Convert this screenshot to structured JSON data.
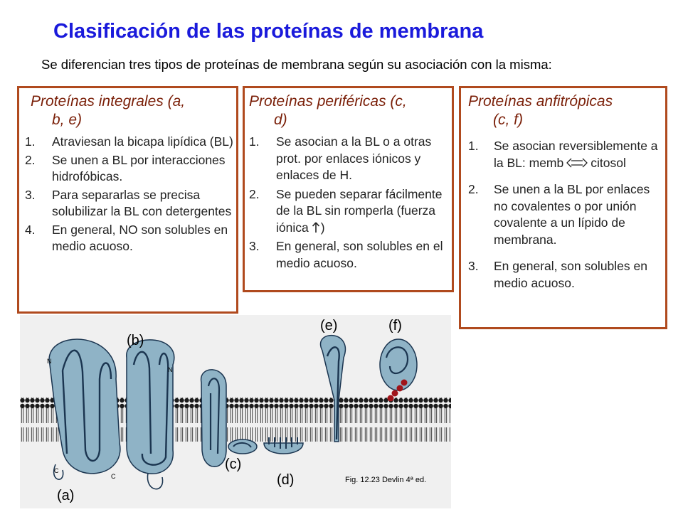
{
  "title": "Clasificación de las proteínas de membrana",
  "subtitle": "Se diferencian tres tipos de proteínas de membrana según su asociación con la misma:",
  "integrales": {
    "heading_line1": "Proteínas integrales (a,",
    "heading_line2": "b, e)",
    "items": [
      {
        "num": "1.",
        "text": "Atraviesan la bicapa lipídica (BL)"
      },
      {
        "num": "2.",
        "text": "Se unen a BL por interacciones hidrofóbicas."
      },
      {
        "num": "3.",
        "text": "Para separarlas se precisa solubilizar la BL con detergentes"
      },
      {
        "num": "4.",
        "text": "En general, NO son solubles en medio acuoso."
      }
    ]
  },
  "perifericas": {
    "heading_line1": "Proteínas periféricas (c,",
    "heading_line2": "d)",
    "items": [
      {
        "num": "1.",
        "text": "Se asocian a la BL o a otras prot. por enlaces iónicos y enlaces de H."
      },
      {
        "num": "2.",
        "text": "Se pueden separar fácilmente de la BL sin romperla (fuerza iónica",
        "suffix": ")"
      },
      {
        "num": "3.",
        "text": "En general, son solubles en el medio acuoso."
      }
    ]
  },
  "anfitropicas": {
    "heading_line1": "Proteínas anfitrópicas",
    "heading_line2": "(c, f)",
    "items": [
      {
        "num": "1.",
        "text_a": "Se asocian reversiblemente a la BL: memb",
        "text_b": "citosol"
      },
      {
        "num": "2.",
        "text": "Se unen a la BL por enlaces no covalentes o por unión covalente a un lípido de membrana."
      },
      {
        "num": "3.",
        "text": "En general, son solubles en medio acuoso."
      }
    ]
  },
  "figure": {
    "labels": {
      "a": "(a)",
      "b": "(b)",
      "c": "(c)",
      "d": "(d)",
      "e": "(e)",
      "f": "(f)"
    },
    "terminal_labels": {
      "n1": "N",
      "n2": "N",
      "c1": "C",
      "c2": "C"
    },
    "caption": "Fig. 12.23 Devlin 4ª ed.",
    "colors": {
      "protein_fill": "#8fb3c6",
      "protein_stroke": "#1b3550",
      "lipid_anchor": "#a0141a"
    }
  }
}
